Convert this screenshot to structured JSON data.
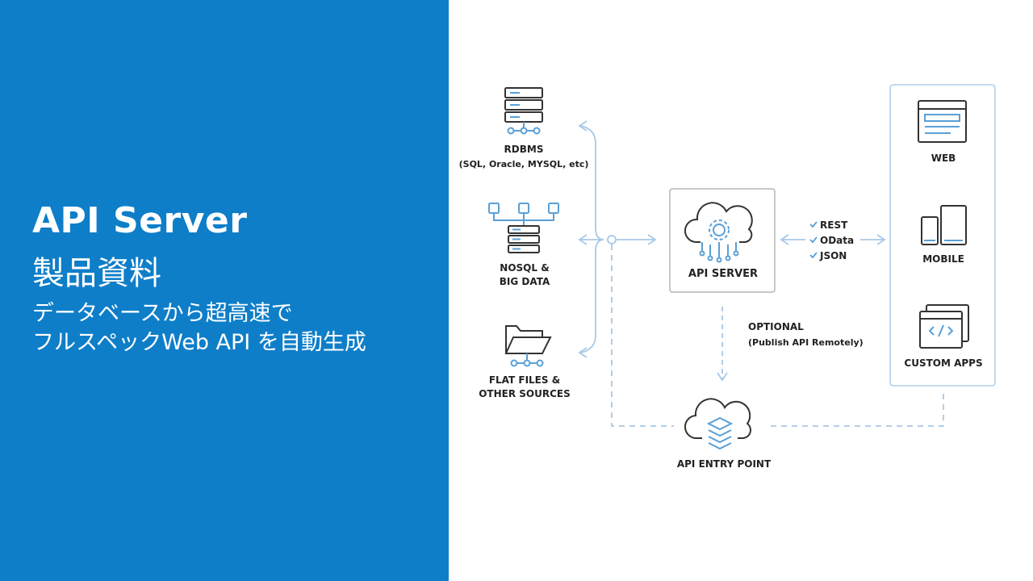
{
  "slide": {
    "title": "API Server",
    "subtitle": "製品資料",
    "description_line1": "データベースから超高速で",
    "description_line2": "フルスペックWeb API を自動生成"
  },
  "colors": {
    "panel": "#0e7ec9",
    "accent": "#5aa0d6",
    "line": "#a8c8e8",
    "icon": "#333333"
  },
  "diagram": {
    "sources": {
      "rdbms_label": "RDBMS",
      "rdbms_sub": "(SQL, Oracle, MYSQL, etc)",
      "nosql_label1": "NOSQL &",
      "nosql_label2": "BIG DATA",
      "files_label1": "FLAT FILES &",
      "files_label2": "OTHER SOURCES"
    },
    "server": {
      "label": "API SERVER"
    },
    "protocols": [
      "REST",
      "OData",
      "JSON"
    ],
    "clients": {
      "web": "WEB",
      "mobile": "MOBILE",
      "custom": "CUSTOM APPS"
    },
    "optional_line1": "OPTIONAL",
    "optional_line2": "(Publish API Remotely)",
    "entry_point": "API ENTRY POINT"
  }
}
